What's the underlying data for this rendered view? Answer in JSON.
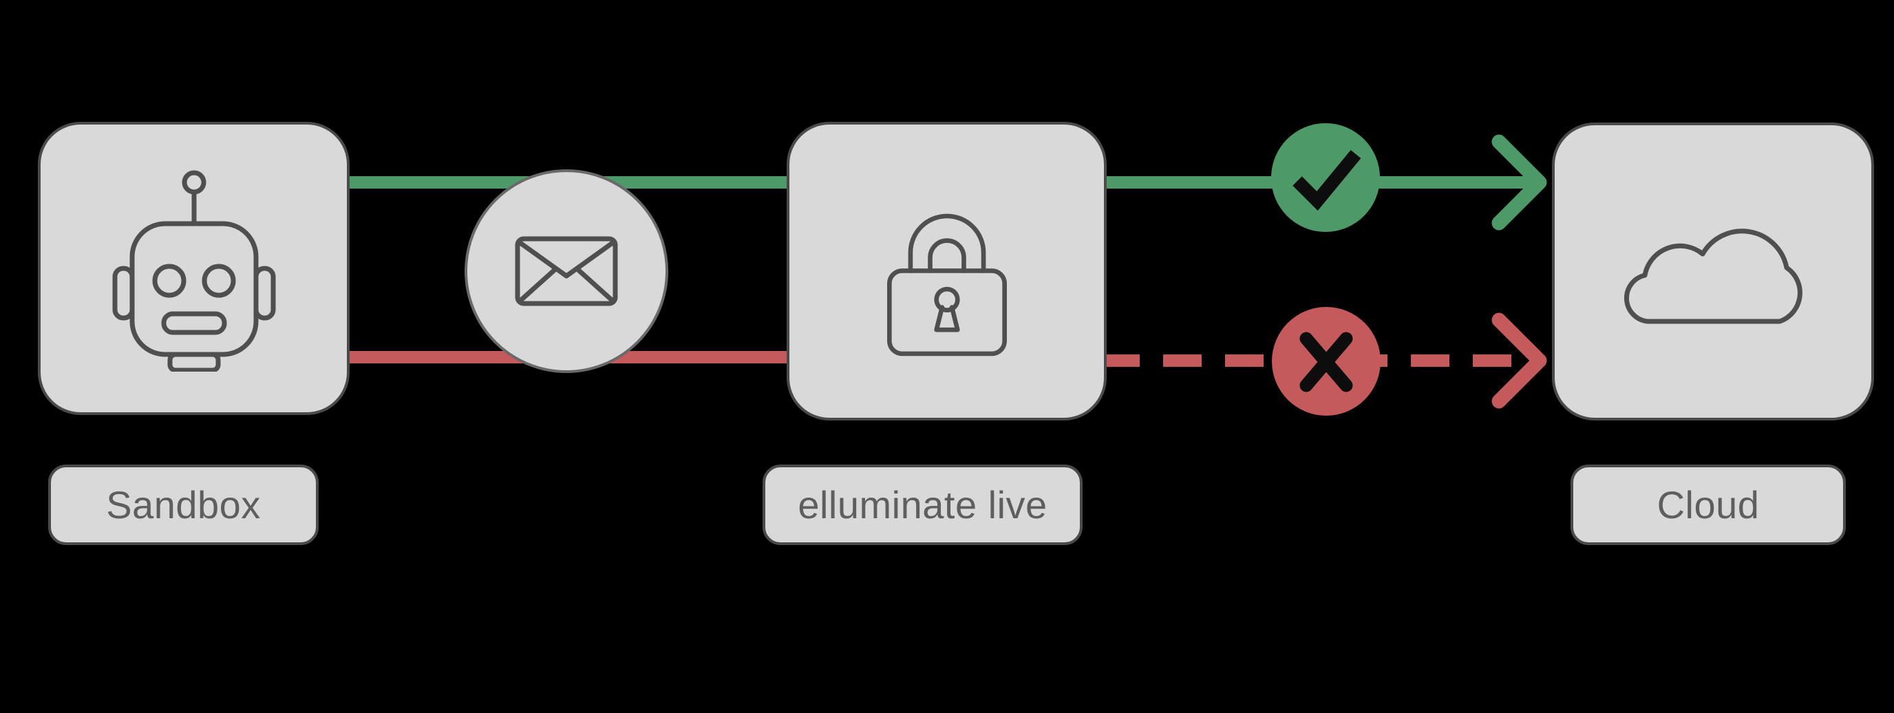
{
  "diagram": {
    "nodes": [
      {
        "id": "sandbox",
        "label": "Sandbox",
        "icon": "robot-icon"
      },
      {
        "id": "elluminate_live",
        "label": "elluminate live",
        "icon": "lock-icon"
      },
      {
        "id": "cloud",
        "label": "Cloud",
        "icon": "cloud-icon"
      }
    ],
    "edges": [
      {
        "from": "sandbox",
        "to": "elluminate_live",
        "style": "solid",
        "color": "green",
        "midpoint_icon": "envelope-icon"
      },
      {
        "from": "sandbox",
        "to": "elluminate_live",
        "style": "solid",
        "color": "red",
        "midpoint_icon": "envelope-icon"
      },
      {
        "from": "elluminate_live",
        "to": "cloud",
        "style": "solid-arrow",
        "color": "green",
        "badge": "checkmark"
      },
      {
        "from": "elluminate_live",
        "to": "cloud",
        "style": "dashed-arrow",
        "color": "red",
        "badge": "cross"
      }
    ]
  },
  "colors": {
    "background": "#000000",
    "node_fill": "#d9d9d9",
    "node_border": "#4a4a4a",
    "circle_border": "#696969",
    "icon_stroke": "#4f4f4f",
    "label_text": "#5e5e5e",
    "approve_green": "#4d9a68",
    "reject_red": "#c45a5c",
    "glyph_black": "#0d0d0d"
  }
}
